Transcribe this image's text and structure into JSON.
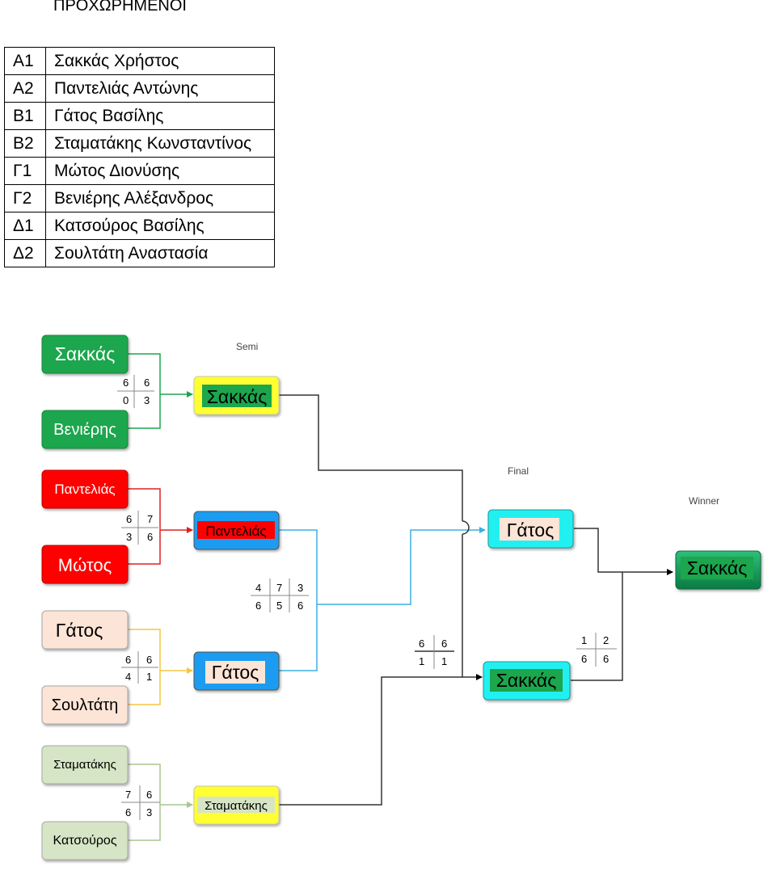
{
  "heading": "ΠΡΟΧΩΡΗΜΕΝΟΙ",
  "players": [
    {
      "code": "Α1",
      "name": "Σακκάς Χρήστος"
    },
    {
      "code": "Α2",
      "name": "Παντελιάς Αντώνης"
    },
    {
      "code": "Β1",
      "name": "Γάτος Βασίλης"
    },
    {
      "code": "Β2",
      "name": "Σταματάκης Κωνσταντίνος"
    },
    {
      "code": "Γ1",
      "name": "Μώτος Διονύσης"
    },
    {
      "code": "Γ2",
      "name": "Βενιέρης Αλέξανδρος"
    },
    {
      "code": "Δ1",
      "name": "Κατσούρος Βασίλης"
    },
    {
      "code": "Δ2",
      "name": "Σουλτάτη Αναστασία"
    }
  ],
  "stages": {
    "semi": "Semi",
    "final": "Final",
    "winner": "Winner"
  },
  "colors": {
    "green": "#1aa64e",
    "red": "#ff0000",
    "peach": "#fce4d6",
    "sage": "#d6e5c5",
    "yellow": "#ffff33",
    "blue": "#1e9cf0",
    "cyan": "#22f0f0",
    "winner": "#12a060"
  },
  "nodes": {
    "r1_sakkas": "Σακκάς",
    "r1_venieris": "Βενιέρης",
    "r1_pantelias": "Παντελιάς",
    "r1_motos": "Μώτος",
    "r1_gatos": "Γάτος",
    "r1_soultati": "Σουλτάτη",
    "r1_stamatakis": "Σταματάκης",
    "r1_katsouros": "Κατσούρος",
    "semi_sakkas": "Σακκάς",
    "semi_pantelias": "Παντελιάς",
    "semi_gatos": "Γάτος",
    "semi_stamatakis": "Σταματάκης",
    "final_gatos": "Γάτος",
    "final_sakkas": "Σακκάς",
    "winner": "Σακκάς"
  },
  "scores": {
    "m1": {
      "top": [
        "6",
        "6"
      ],
      "bottom": [
        "0",
        "3"
      ]
    },
    "m2": {
      "top": [
        "6",
        "7"
      ],
      "bottom": [
        "3",
        "6"
      ]
    },
    "m3": {
      "top": [
        "6",
        "6"
      ],
      "bottom": [
        "4",
        "1"
      ]
    },
    "m4": {
      "top": [
        "7",
        "6"
      ],
      "bottom": [
        "6",
        "3"
      ]
    },
    "s1": {
      "top": [
        "4",
        "7",
        "3"
      ],
      "bottom": [
        "6",
        "5",
        "6"
      ]
    },
    "s2": {
      "top": [
        "6",
        "6"
      ],
      "bottom": [
        "1",
        "1"
      ]
    },
    "f1": {
      "top": [
        "1",
        "2"
      ],
      "bottom": [
        "6",
        "6"
      ]
    }
  }
}
